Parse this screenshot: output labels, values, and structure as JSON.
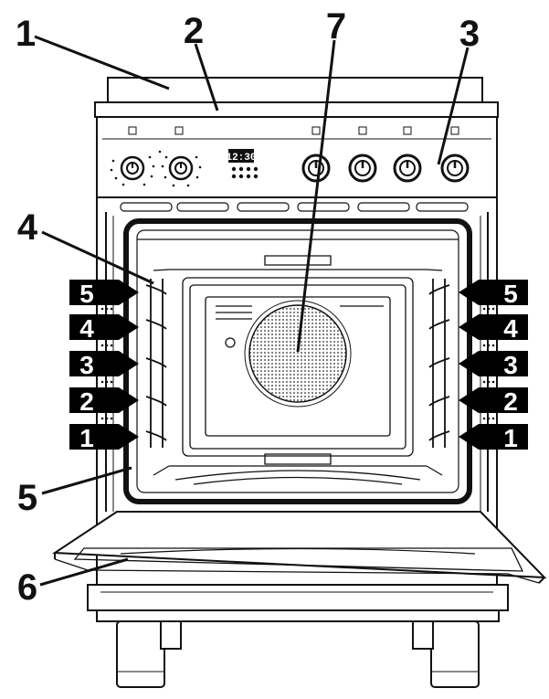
{
  "diagram": {
    "callouts": [
      "1",
      "2",
      "7",
      "3",
      "4",
      "5",
      "6"
    ],
    "clock_display": "12:30",
    "shelf_levels_left": [
      "5",
      "4",
      "3",
      "2",
      "1"
    ],
    "shelf_levels_right": [
      "5",
      "4",
      "3",
      "2",
      "1"
    ]
  },
  "colors": {
    "line": "#111111",
    "level_tag": "#000000",
    "fan_mesh": "#888888"
  }
}
